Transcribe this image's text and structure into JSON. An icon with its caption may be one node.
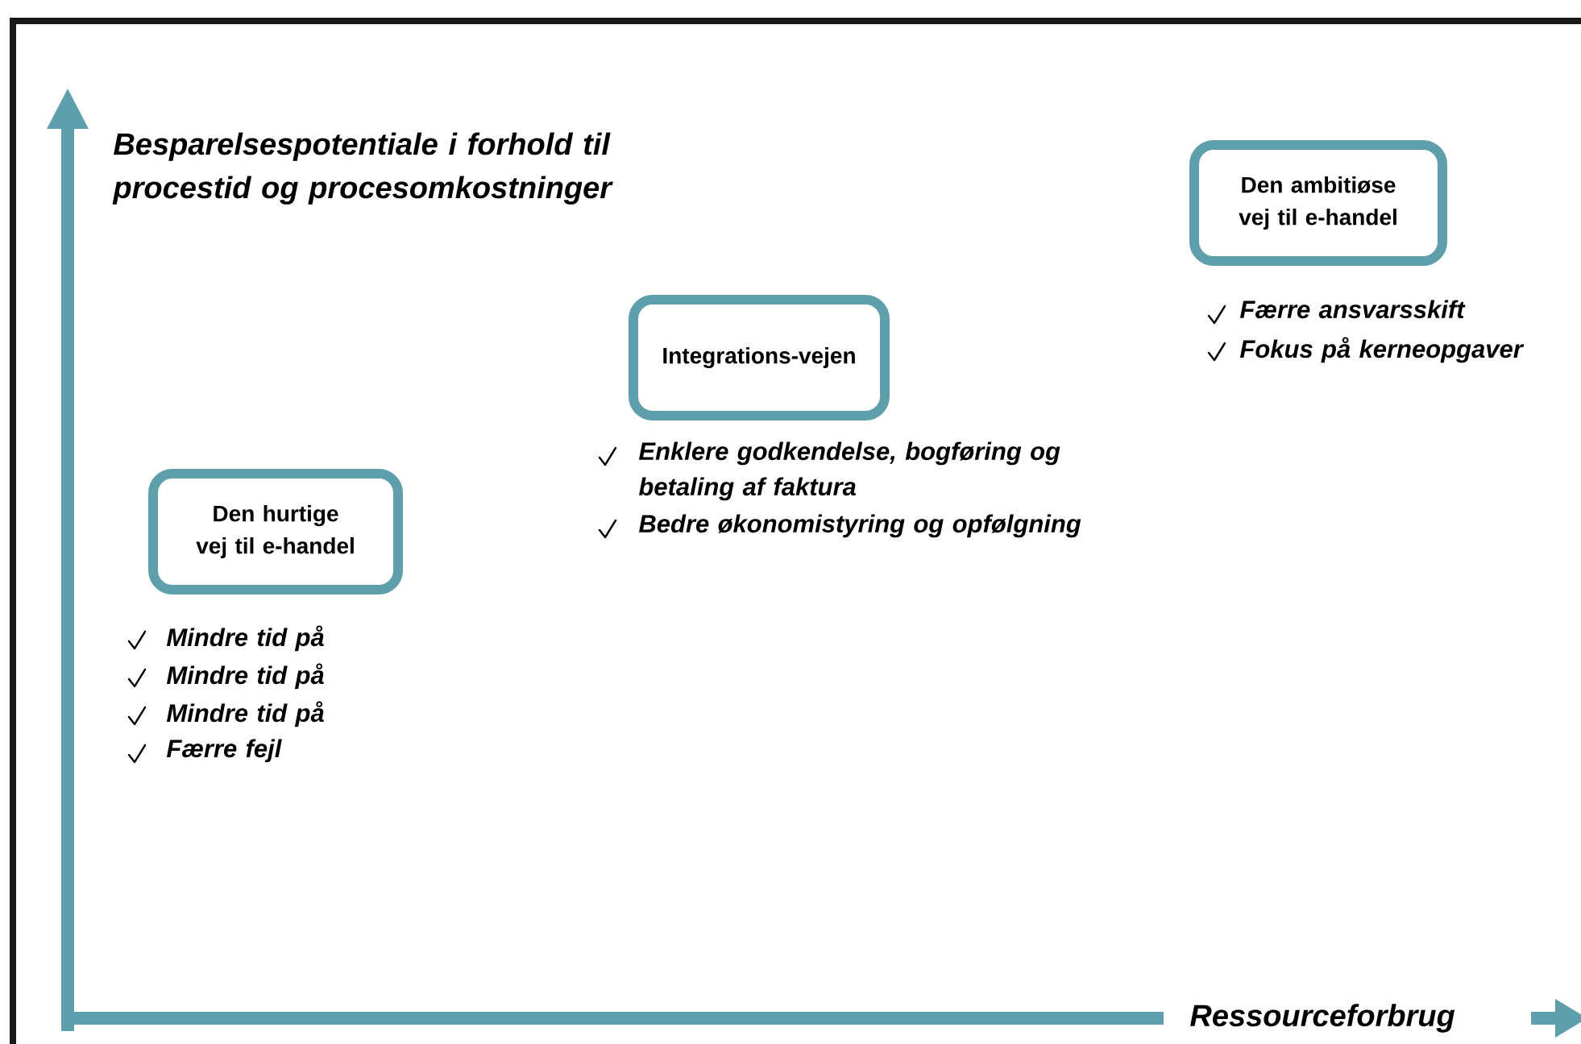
{
  "diagram": {
    "nodes": [
      {
        "text": [
          "Den hurtige vej til e-handel"
        ],
        "beside": [
          "Mindre tid på",
          "Mindre tid på",
          "Mindre tid på",
          "Færre fejl"
        ]
      },
      {
        "text": [
          "Integrations-vejen"
        ],
        "beside": [
          "Enklere godkendelse, bogføring og betaling af faktura",
          "Bedre økonomistyring og opfølgning"
        ]
      },
      {
        "text": [
          "Den ambitiøse vej til e-handel"
        ],
        "beside": [
          "Færre ansvarsskift",
          "Fokus på kerneopgaver"
        ]
      }
    ],
    "labels": [
      "Besparelsespotentiale i forhold til procestid og procesomkostninger",
      "Ressourceforbrug"
    ]
  }
}
